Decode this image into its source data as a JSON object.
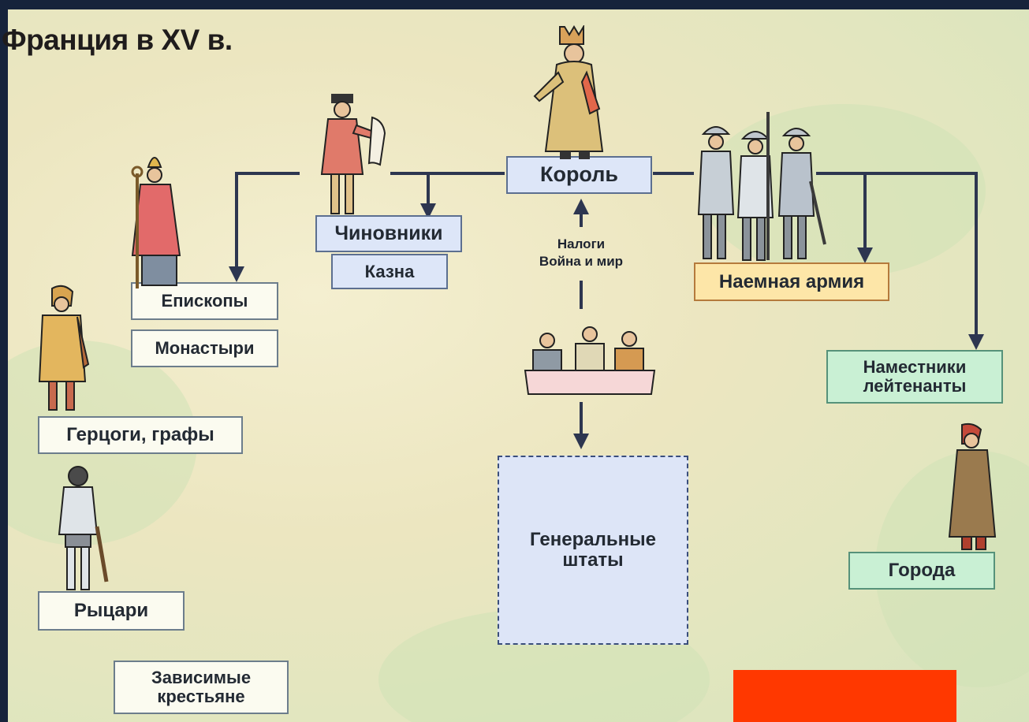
{
  "title": "Франция в XV в.",
  "nodes": {
    "king": "Король",
    "officials": "Чиновники",
    "treasury": "Казна",
    "bishops": "Епископы",
    "monasteries": "Монастыри",
    "dukes": "Герцоги, графы",
    "knights": "Рыцари",
    "peasants": "Зависимые крестьяне",
    "army": "Наемная армия",
    "governors": "Наместники лейтенанты",
    "towns": "Города",
    "estates_general": "Генеральные штаты"
  },
  "annotations": {
    "taxes": "Налоги",
    "war_peace": "Война и мир"
  },
  "colors": {
    "arrow": "#2d3650",
    "redblock": "#ff3800"
  }
}
